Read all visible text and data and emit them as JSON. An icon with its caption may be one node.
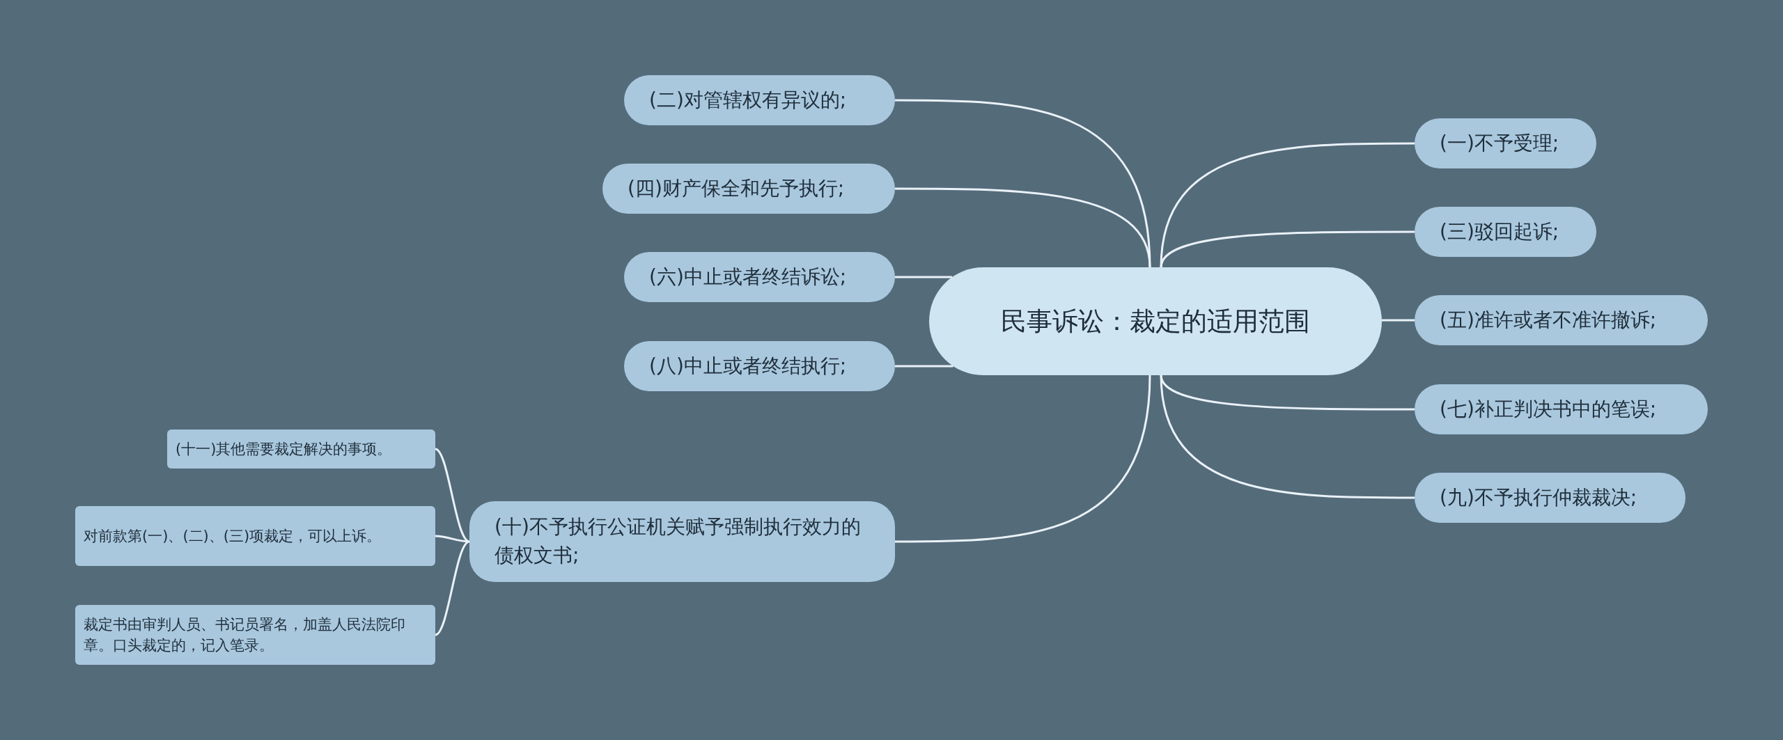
{
  "diagram": {
    "nodes": [
      {
        "text": [
          "民事诉讼：裁定的适用范围"
        ]
      },
      {
        "text": [
          "(二)对管辖权有异议的;"
        ]
      },
      {
        "text": [
          "(四)财产保全和先予执行;"
        ]
      },
      {
        "text": [
          "(六)中止或者终结诉讼;"
        ]
      },
      {
        "text": [
          "(八)中止或者终结执行;"
        ]
      },
      {
        "text": [
          "(十)不予执行公证机关赋予强制执行效力的债权文书;"
        ]
      },
      {
        "text": [
          "(一)不予受理;"
        ]
      },
      {
        "text": [
          "(三)驳回起诉;"
        ]
      },
      {
        "text": [
          "(五)准许或者不准许撤诉;"
        ]
      },
      {
        "text": [
          "(七)补正判决书中的笔误;"
        ]
      },
      {
        "text": [
          "(九)不予执行仲裁裁决;"
        ]
      },
      {
        "text": [
          "(十一)其他需要裁定解决的事项。"
        ]
      },
      {
        "text": [
          "对前款第(一)、(二)、(三)项裁定，可以上诉。"
        ]
      },
      {
        "text": [
          "裁定书由审判人员、书记员署名，加盖人民法院印章。口头裁定的，记入笔录。"
        ]
      }
    ],
    "edges": [
      {
        "from": 0,
        "to": 1,
        "arrow": "none"
      },
      {
        "from": 0,
        "to": 2,
        "arrow": "none"
      },
      {
        "from": 0,
        "to": 3,
        "arrow": "none"
      },
      {
        "from": 0,
        "to": 4,
        "arrow": "none"
      },
      {
        "from": 0,
        "to": 5,
        "arrow": "none"
      },
      {
        "from": 0,
        "to": 6,
        "arrow": "none"
      },
      {
        "from": 0,
        "to": 7,
        "arrow": "none"
      },
      {
        "from": 0,
        "to": 8,
        "arrow": "none"
      },
      {
        "from": 0,
        "to": 9,
        "arrow": "none"
      },
      {
        "from": 0,
        "to": 10,
        "arrow": "none"
      },
      {
        "from": 5,
        "to": 11,
        "arrow": "none"
      },
      {
        "from": 5,
        "to": 12,
        "arrow": "none"
      },
      {
        "from": 5,
        "to": 13,
        "arrow": "none"
      }
    ]
  }
}
